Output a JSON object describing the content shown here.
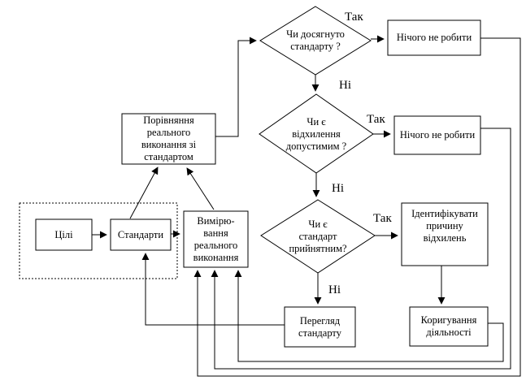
{
  "diagram_title": "Control process flowchart",
  "colors": {
    "line": "#000000",
    "background": "#ffffff",
    "text": "#000000"
  },
  "nodes": {
    "decision_standard_achieved": "Чи досягнуто\nстандарту ?",
    "box_do_nothing_1": "Нічого не робити",
    "decision_deviation_acceptable": "Чи є\nвідхилення\nдопустимим ?",
    "box_do_nothing_2": "Нічого не робити",
    "box_compare": "Порівняння\nреального\nвиконання зі\nстандартом",
    "decision_standard_acceptable": "Чи є\nстандарт\nприйнятним?",
    "box_identify_cause": "Ідентифікувати\nпричину\nвідхилень",
    "box_goals": "Цілі",
    "box_standards": "Стандарти",
    "box_measure": "Вимірю-\nвання\nреального\nвиконання",
    "box_review_standard": "Перегляд\nстандарту",
    "box_correct_activity": "Коригування\nдіяльності"
  },
  "edge_labels": {
    "yes1": "Так",
    "no1": "Ні",
    "yes2": "Так",
    "no2": "Ні",
    "yes3": "Так",
    "no3": "Ні"
  }
}
